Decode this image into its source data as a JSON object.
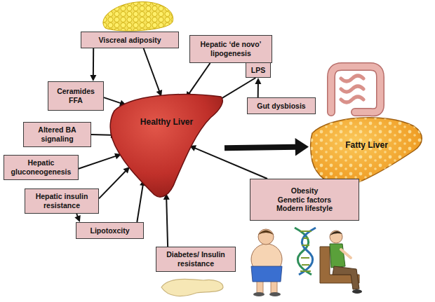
{
  "diagram": {
    "nodes": [
      {
        "text": [
          "Viscreal adiposity"
        ]
      },
      {
        "text": [
          "Hepatic ‘de novo’ lipogenesis"
        ]
      },
      {
        "text": [
          "LPS"
        ]
      },
      {
        "text": [
          "Ceramides FFA"
        ]
      },
      {
        "text": [
          "Gut dysbiosis"
        ]
      },
      {
        "text": [
          "Altered BA signaling"
        ]
      },
      {
        "text": [
          "Healthy Liver"
        ]
      },
      {
        "text": [
          "Fatty Liver"
        ]
      },
      {
        "text": [
          "Hepatic gluconeogenesis"
        ]
      },
      {
        "text": [
          "Hepatic insulin resistance"
        ]
      },
      {
        "text": [
          "Obesity",
          "Genetic factors",
          "Modern lifestyle"
        ]
      },
      {
        "text": [
          "Lipotoxcity"
        ]
      },
      {
        "text": [
          "Diabetes/ Insulin resistance"
        ]
      }
    ],
    "edges": [
      {
        "from": 0,
        "to": 3,
        "arrow": "to"
      },
      {
        "from": 0,
        "to": 6,
        "arrow": "to"
      },
      {
        "from": 1,
        "to": 6,
        "arrow": "to"
      },
      {
        "from": 2,
        "to": 6,
        "arrow": "to"
      },
      {
        "from": 4,
        "to": 2,
        "arrow": "to"
      },
      {
        "from": 3,
        "to": 6,
        "arrow": "to"
      },
      {
        "from": 5,
        "to": 6,
        "arrow": "to"
      },
      {
        "from": 8,
        "to": 6,
        "arrow": "to"
      },
      {
        "from": 9,
        "to": 6,
        "arrow": "to"
      },
      {
        "from": 9,
        "to": 11,
        "arrow": "to"
      },
      {
        "from": 11,
        "to": 6,
        "arrow": "to"
      },
      {
        "from": 12,
        "to": 6,
        "arrow": "to"
      },
      {
        "from": 10,
        "to": 6,
        "arrow": "to"
      },
      {
        "from": 6,
        "to": 7,
        "arrow": "to"
      }
    ]
  }
}
